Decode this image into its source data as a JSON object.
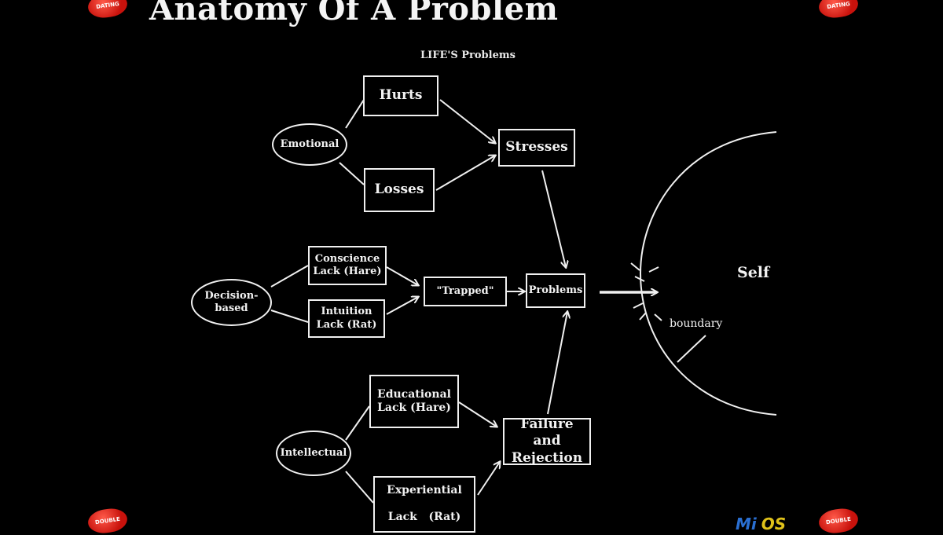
{
  "slide": {
    "title": "Anatomy Of A Problem",
    "subtitle": "LIFE'S Problems"
  },
  "nodes": {
    "emotional": "Emotional",
    "hurts": "Hurts",
    "losses": "Losses",
    "stresses": "Stresses",
    "decision_line1": "Decision-",
    "decision_line2": "based",
    "conscience_line1": "Conscience",
    "conscience_line2": "Lack (Hare)",
    "intuition_line1": "Intuition",
    "intuition_line2": "Lack (Rat)",
    "trapped": "\"Trapped\"",
    "problems": "Problems",
    "intellectual": "Intellectual",
    "educational_line1": "Educational",
    "educational_line2": "Lack (Hare)",
    "experiential_line1": "Experiential",
    "experiential_line2": "Lack   (Rat)",
    "failure_line1": "Failure and",
    "failure_line2": "Rejection",
    "self": "Self",
    "boundary": "boundary"
  },
  "logos": {
    "corner_text_top": "DATING",
    "corner_text_bottom": "DOUBLE",
    "brand_part1": "Mi",
    "brand_part2": "OS"
  },
  "colors": {
    "background": "#000000",
    "stroke": "#f0f0f0",
    "logo_red": "#d01a12",
    "brand_blue": "#2a6fd1",
    "brand_yellow": "#e0c21a"
  }
}
